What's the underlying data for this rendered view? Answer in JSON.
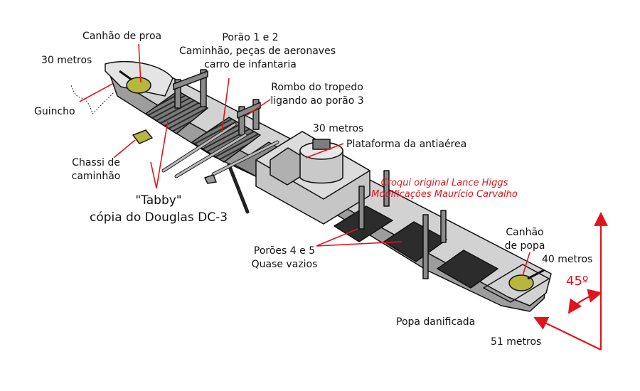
{
  "labels": {
    "canhao_proa": "Canhão de proa",
    "bow_length": "30 metros",
    "guincho": "Guincho",
    "chassi": "Chassi de\ncaminhão",
    "porao12_title": "Porão 1 e 2",
    "porao12_line1": "Caminhão, peças de aeronaves",
    "porao12_line2": "carro de infantaria",
    "rombo_line1": "Rombo do tropedo",
    "rombo_line2": "ligando ao porão 3",
    "mid_length": "30 metros",
    "plataforma": "Plataforma da antiaérea",
    "credit_line1": "Croqui original Lance Higgs",
    "credit_line2": "Modificações Maurício Carvalho",
    "tabby_line1": "\"Tabby\"",
    "tabby_line2": "cópia do Douglas DC-3",
    "poroes_line1": "Porões 4 e 5",
    "poroes_line2": "Quase vazios",
    "canhao_popa": "Canhão\nde popa",
    "stern_length": "40 metros",
    "angle": "45º",
    "popa": "Popa danificada",
    "total_length": "51 metros"
  },
  "colors": {
    "annotation_red": "#e1141b",
    "hull_gray": "#b9b9b9",
    "deck_gray": "#d2d2d2",
    "gun_olive": "#b7b63e"
  }
}
